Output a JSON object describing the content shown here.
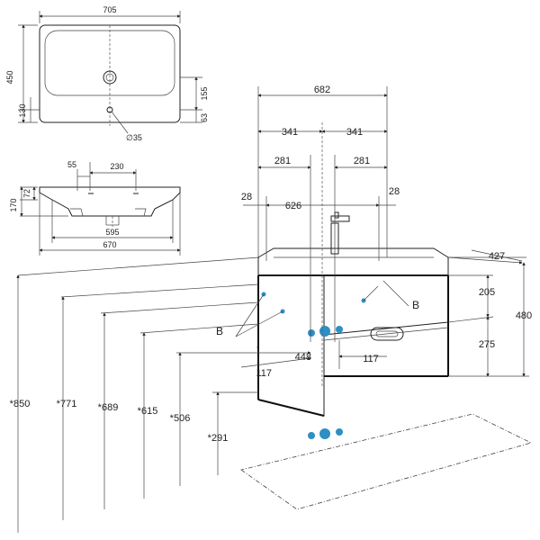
{
  "top_view": {
    "width": "705",
    "depth": "450",
    "offset_130": "130",
    "offset_155": "155",
    "offset_63": "63",
    "hole": "∅35"
  },
  "side_view": {
    "d55": "55",
    "d230": "230",
    "d72": "72",
    "d170": "170",
    "d595": "595",
    "d670": "670"
  },
  "main_view": {
    "w682": "682",
    "w341a": "341",
    "w341b": "341",
    "w281a": "281",
    "w281b": "281",
    "w28a": "28",
    "w28b": "28",
    "w626": "626",
    "d427": "427",
    "h205": "205",
    "h275": "275",
    "h480": "480",
    "d448": "448",
    "d117a": "117",
    "d117b": "117",
    "label_b_right": "B",
    "label_b_left": "B"
  },
  "heights": {
    "h850": "*850",
    "h771": "*771",
    "h689": "*689",
    "h615": "*615",
    "h506": "*506",
    "h291": "*291"
  },
  "colors": {
    "marker": "#2d8fc4",
    "line": "#222222"
  }
}
